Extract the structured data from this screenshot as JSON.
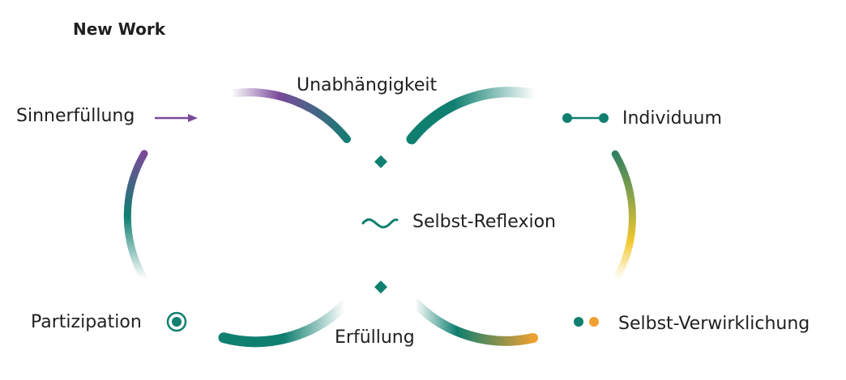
{
  "title": "New Work",
  "labels": {
    "sinnerfuellung": "Sinnerfüllung",
    "unabhaengigkeit": "Unabhängigkeit",
    "individuum": "Individuum",
    "selbst_reflexion": "Selbst-Reflexion",
    "partizipation": "Partizipation",
    "erfuellung": "Erfüllung",
    "selbst_verwirklichung": "Selbst-Verwirklichung"
  },
  "colors": {
    "teal": "#0f7f70",
    "purple": "#7a4a9a",
    "orange": "#f0a030",
    "yellow": "#f2c830"
  }
}
